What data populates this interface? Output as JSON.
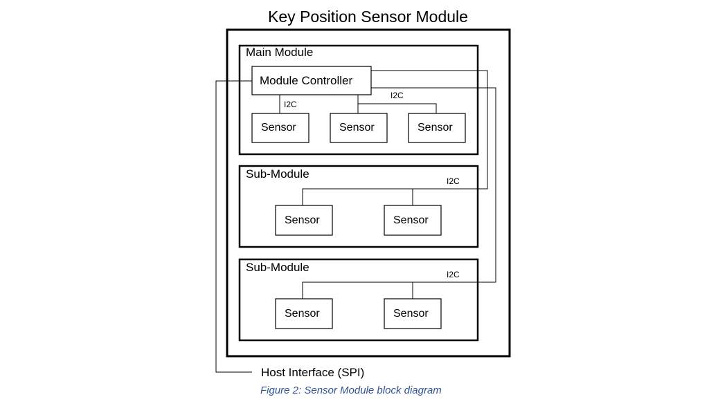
{
  "title": "Key Position Sensor Module",
  "main_module": {
    "label": "Main Module",
    "controller": "Module Controller",
    "bus_label_left": "I2C",
    "bus_label_right": "I2C",
    "sensors": [
      "Sensor",
      "Sensor",
      "Sensor"
    ]
  },
  "sub_modules": [
    {
      "label": "Sub-Module",
      "bus_label": "I2C",
      "sensors": [
        "Sensor",
        "Sensor"
      ]
    },
    {
      "label": "Sub-Module",
      "bus_label": "I2C",
      "sensors": [
        "Sensor",
        "Sensor"
      ]
    }
  ],
  "host_interface": "Host Interface (SPI)",
  "caption": "Figure 2: Sensor Module block diagram",
  "colors": {
    "line": "#000000",
    "caption": "#2f5496"
  }
}
